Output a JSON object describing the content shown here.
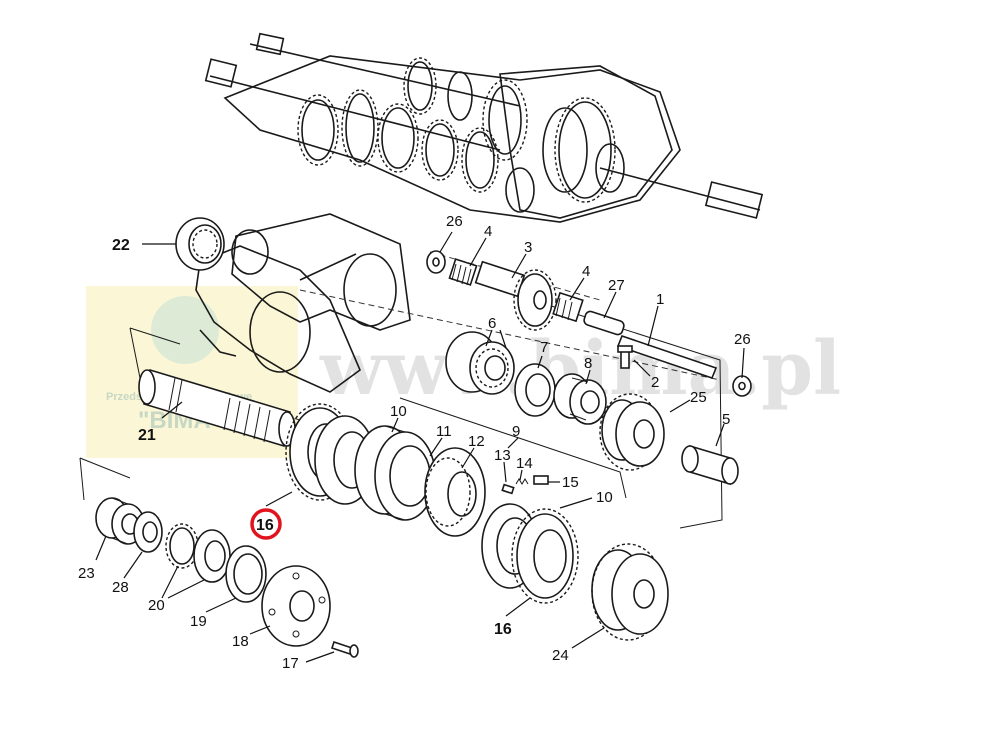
{
  "watermark": {
    "site": "www.bima.pl",
    "company_line": "Przedsiębiorstwo Handlowe",
    "company_name": "\"BIMA\""
  },
  "highlight_color": "#e0141e",
  "part_labels": [
    {
      "id": "p22",
      "text": "22"
    },
    {
      "id": "p26a",
      "text": "26"
    },
    {
      "id": "p4a",
      "text": "4"
    },
    {
      "id": "p3",
      "text": "3"
    },
    {
      "id": "p4b",
      "text": "4"
    },
    {
      "id": "p27",
      "text": "27"
    },
    {
      "id": "p1",
      "text": "1"
    },
    {
      "id": "p26b",
      "text": "26"
    },
    {
      "id": "p6",
      "text": "6"
    },
    {
      "id": "p7",
      "text": "7"
    },
    {
      "id": "p8",
      "text": "8"
    },
    {
      "id": "p2",
      "text": "2"
    },
    {
      "id": "p25",
      "text": "25"
    },
    {
      "id": "p5",
      "text": "5"
    },
    {
      "id": "p10a",
      "text": "10"
    },
    {
      "id": "p11",
      "text": "11"
    },
    {
      "id": "p12",
      "text": "12"
    },
    {
      "id": "p9",
      "text": "9"
    },
    {
      "id": "p13",
      "text": "13"
    },
    {
      "id": "p14",
      "text": "14"
    },
    {
      "id": "p15",
      "text": "15"
    },
    {
      "id": "p10b",
      "text": "10"
    },
    {
      "id": "p21",
      "text": "21"
    },
    {
      "id": "p16a",
      "text": "16"
    },
    {
      "id": "p16b",
      "text": "16"
    },
    {
      "id": "p23",
      "text": "23"
    },
    {
      "id": "p28",
      "text": "28"
    },
    {
      "id": "p20",
      "text": "20"
    },
    {
      "id": "p19",
      "text": "19"
    },
    {
      "id": "p18",
      "text": "18"
    },
    {
      "id": "p17",
      "text": "17"
    },
    {
      "id": "p24",
      "text": "24"
    }
  ]
}
